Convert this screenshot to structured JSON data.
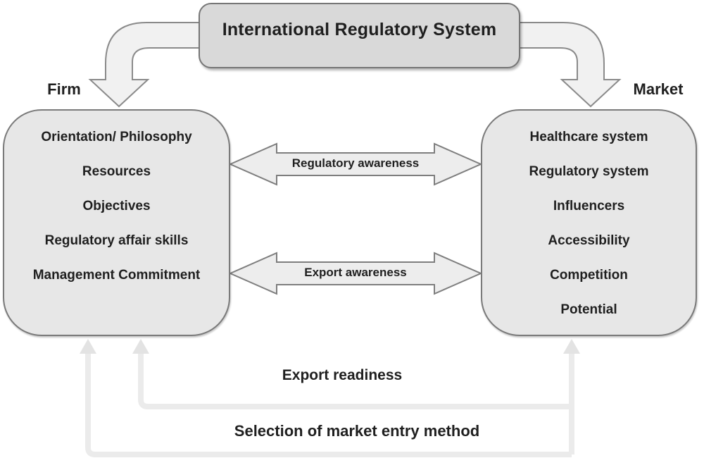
{
  "diagram": {
    "title": "International Regulatory System",
    "firm_label": "Firm",
    "market_label": "Market",
    "firm_box": {
      "items": [
        "Orientation/ Philosophy",
        "Resources",
        "Objectives",
        "Regulatory affair skills",
        "Management Commitment"
      ]
    },
    "market_box": {
      "items": [
        "Healthcare system",
        "Regulatory system",
        "Influencers",
        "Accessibility",
        "Competition",
        "Potential"
      ]
    },
    "arrows": {
      "regulatory_awareness": "Regulatory awareness",
      "export_awareness": "Export awareness",
      "export_readiness": "Export readiness",
      "market_entry": "Selection of market entry method"
    },
    "colors": {
      "title_box_fill": "#d9d9d9",
      "side_box_fill": "#e7e7e7",
      "bent_arrow_fill": "#f1f1f1",
      "double_arrow_fill": "#ededed",
      "shape_border": "#7a7a7a",
      "feedback_line": "#ebebeb",
      "feedback_arrowhead": "#e3e3e3",
      "text": "#1f1f1f"
    }
  }
}
